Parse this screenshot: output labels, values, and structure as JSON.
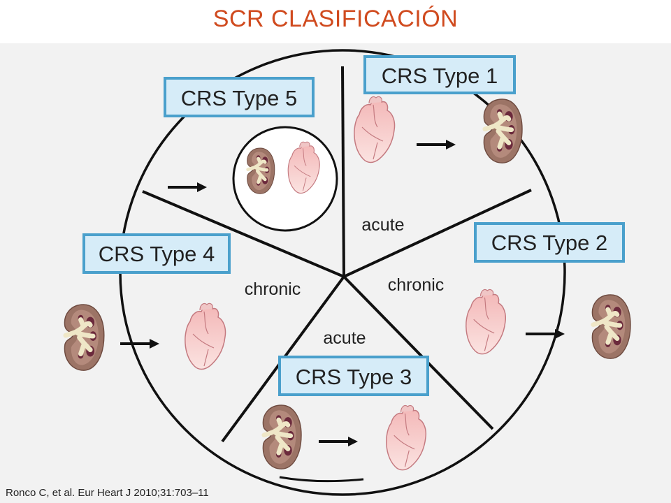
{
  "slide": {
    "title": "SCR CLASIFICACIÓN"
  },
  "diagram": {
    "types": {
      "type1": "CRS Type 1",
      "type2": "CRS Type 2",
      "type3": "CRS Type 3",
      "type4": "CRS Type 4",
      "type5": "CRS Type 5"
    },
    "words": {
      "acute_top": "acute",
      "chronic_right": "chronic",
      "acute_bottom": "acute",
      "chronic_left": "chronic"
    },
    "icons": [
      "heart-icon",
      "kidney-icon",
      "arrow-icon"
    ],
    "colors": {
      "label_border": "#4aa0cc",
      "label_fill": "#d6ecf8",
      "title": "#d04a1e"
    }
  },
  "citation": "Ronco C, et al. Eur Heart J 2010;31:703–11"
}
